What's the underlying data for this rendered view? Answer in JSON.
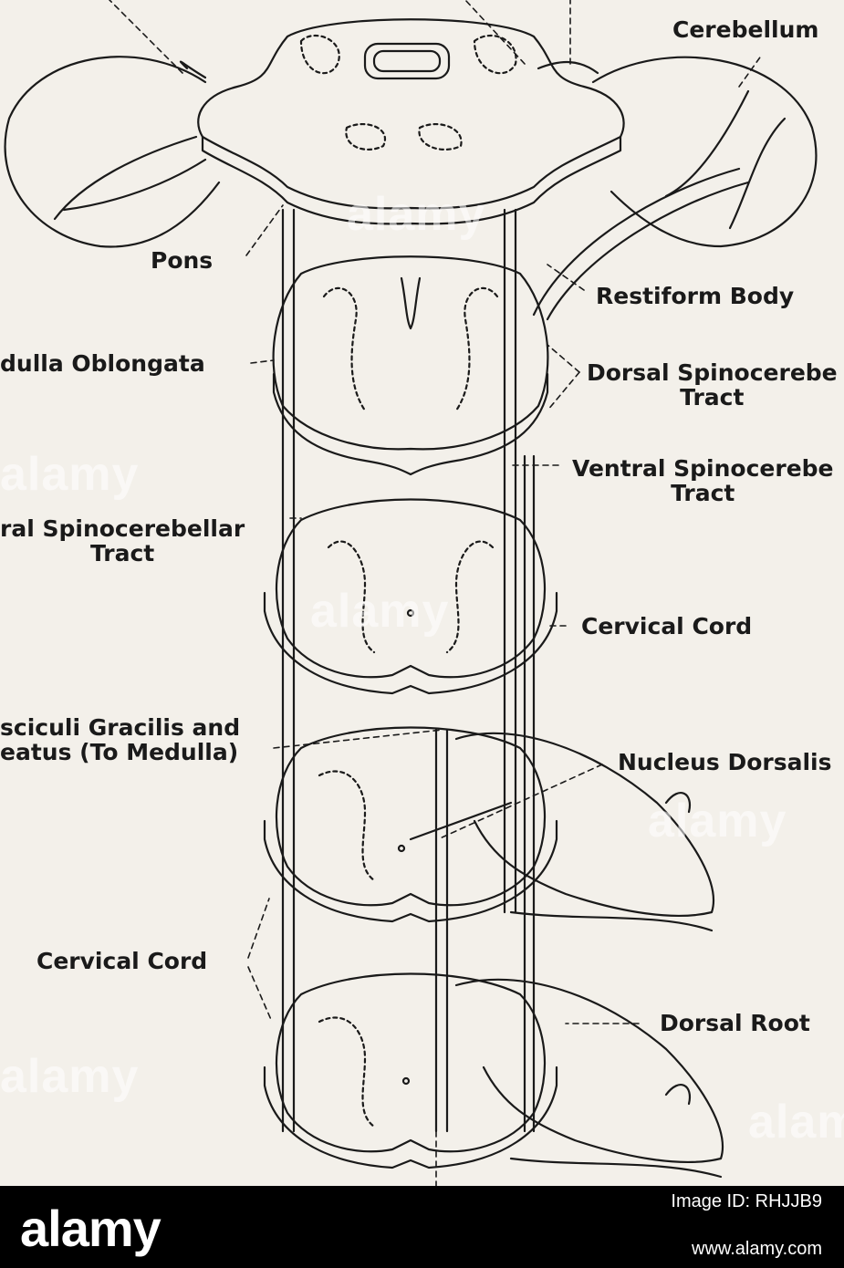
{
  "figure": {
    "labels": {
      "cerebellum": "Cerebellum",
      "pons": "Pons",
      "restiform_body": "Restiform Body",
      "medulla": "dulla Oblongata",
      "dorsal_spino": "Dorsal Spinocerebe\nTract",
      "ventral_spino": "Ventral Spinocerebe\nTract",
      "lateral_spino": "ral Spinocerebellar\nTract",
      "cervical_cord": "Cervical Cord",
      "fasciculi": "sciculi Gracilis and\neatus (To Medulla)",
      "nucleus_dorsalis": "Nucleus Dorsalis",
      "cervical_cord_left": "Cervical Cord",
      "dorsal_root": "Dorsal Root"
    }
  },
  "watermarks": [
    "alamy",
    "alamy",
    "alamy",
    "alamy",
    "alamy",
    "alamy"
  ],
  "footer": {
    "brand": "alamy",
    "image_id": "Image ID: RHJJB9",
    "site": "www.alamy.com"
  }
}
